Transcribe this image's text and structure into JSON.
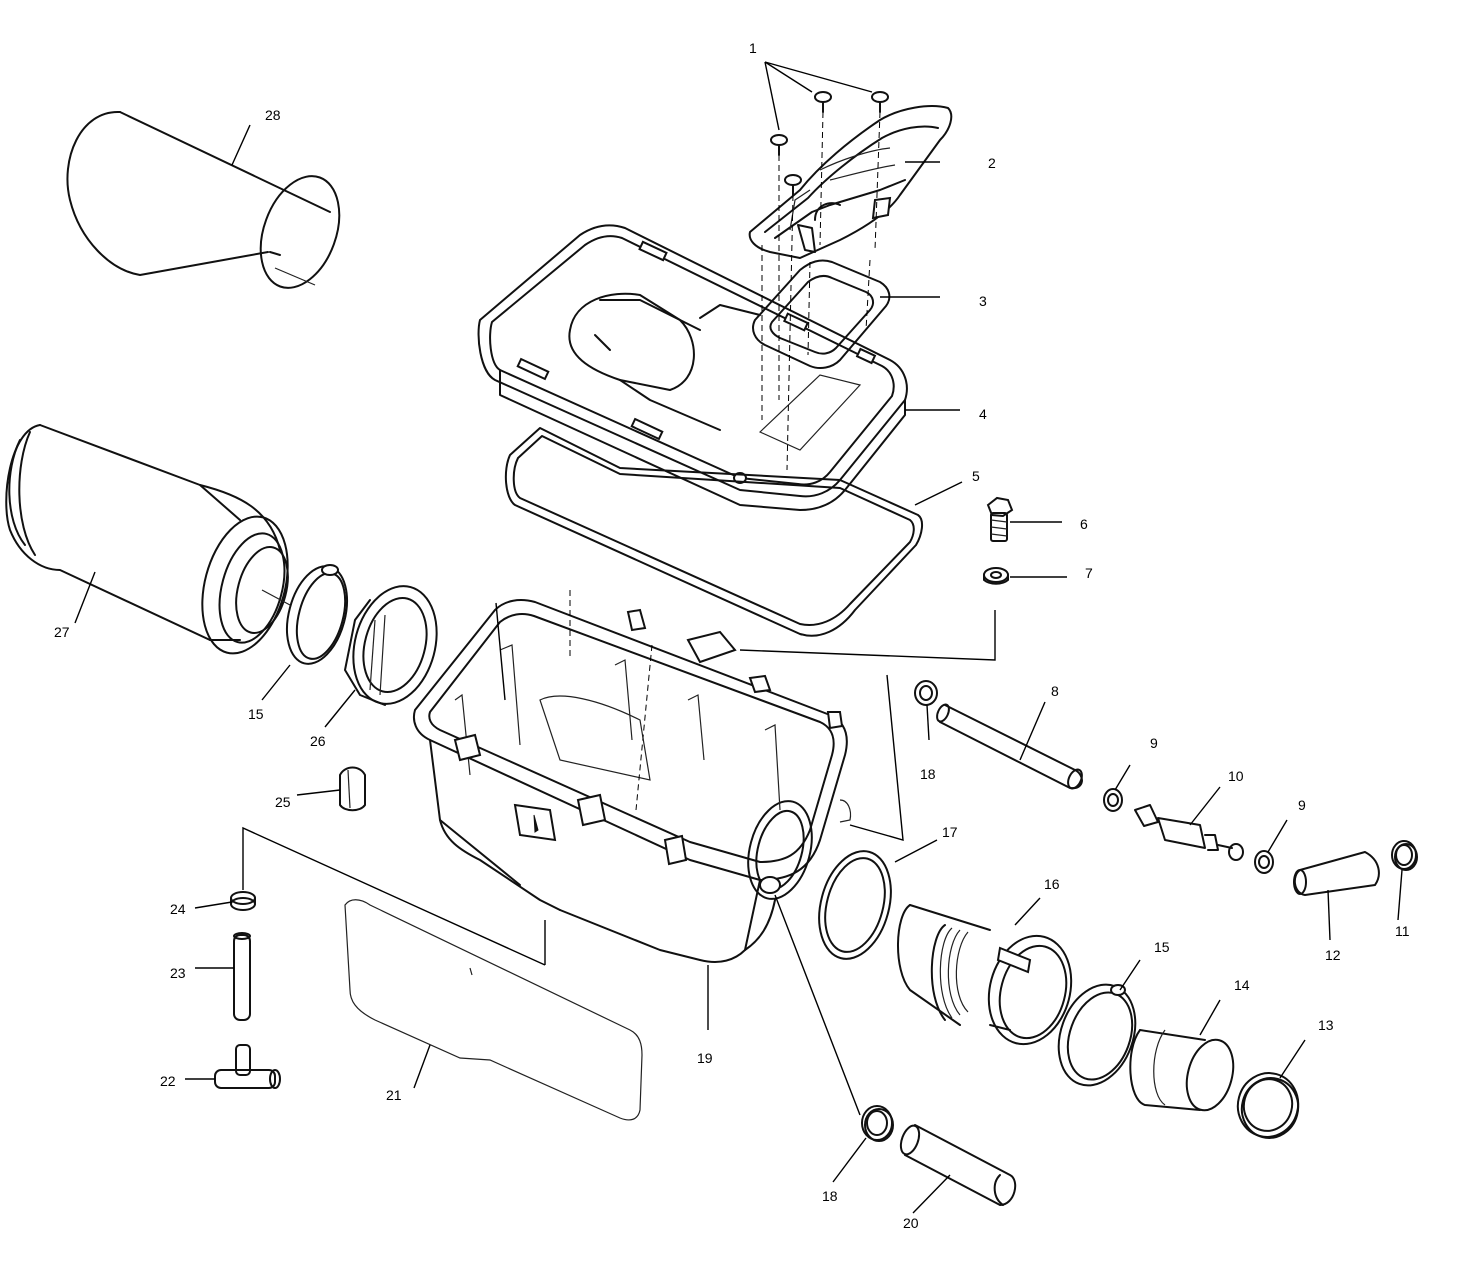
{
  "callouts": [
    {
      "id": "c1",
      "text": "1"
    },
    {
      "id": "c2",
      "text": "2"
    },
    {
      "id": "c3",
      "text": "3"
    },
    {
      "id": "c4",
      "text": "4"
    },
    {
      "id": "c5",
      "text": "5"
    },
    {
      "id": "c6",
      "text": "6"
    },
    {
      "id": "c7",
      "text": "7"
    },
    {
      "id": "c8",
      "text": "8"
    },
    {
      "id": "c9a",
      "text": "9"
    },
    {
      "id": "c9b",
      "text": "9"
    },
    {
      "id": "c10",
      "text": "10"
    },
    {
      "id": "c11",
      "text": "11"
    },
    {
      "id": "c12",
      "text": "12"
    },
    {
      "id": "c13",
      "text": "13"
    },
    {
      "id": "c14",
      "text": "14"
    },
    {
      "id": "c15a",
      "text": "15"
    },
    {
      "id": "c15b",
      "text": "15"
    },
    {
      "id": "c16",
      "text": "16"
    },
    {
      "id": "c17",
      "text": "17"
    },
    {
      "id": "c18a",
      "text": "18"
    },
    {
      "id": "c18b",
      "text": "18"
    },
    {
      "id": "c19",
      "text": "19"
    },
    {
      "id": "c20",
      "text": "20"
    },
    {
      "id": "c21",
      "text": "21"
    },
    {
      "id": "c22",
      "text": "22"
    },
    {
      "id": "c23",
      "text": "23"
    },
    {
      "id": "c24",
      "text": "24"
    },
    {
      "id": "c25",
      "text": "25"
    },
    {
      "id": "c26",
      "text": "26"
    },
    {
      "id": "c27",
      "text": "27"
    },
    {
      "id": "c28",
      "text": "28"
    }
  ]
}
